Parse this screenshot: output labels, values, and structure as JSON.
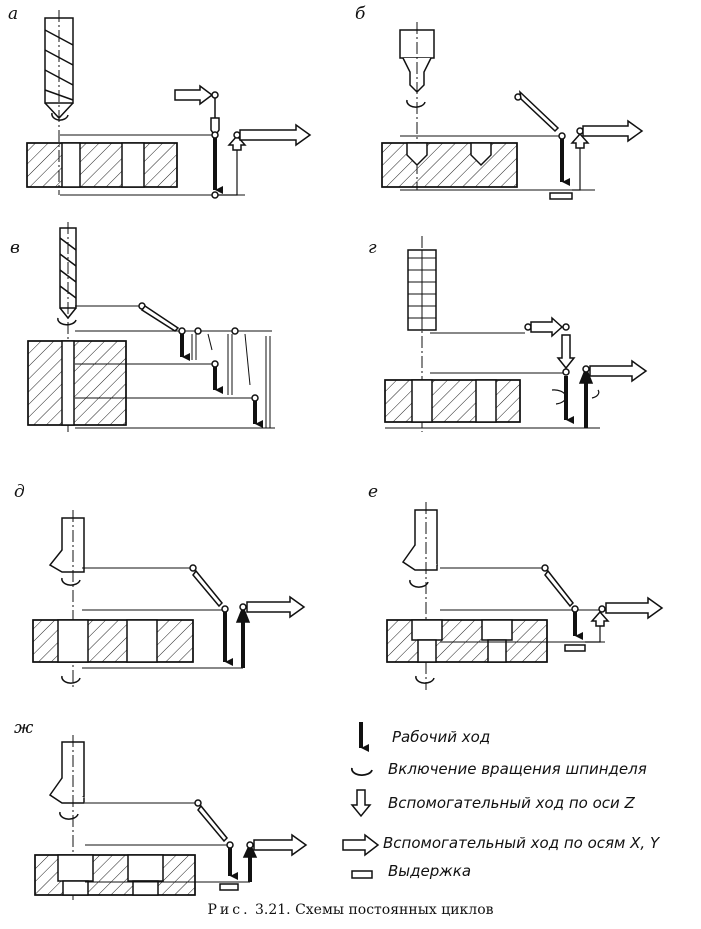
{
  "panels": {
    "a": "а",
    "b": "б",
    "v": "в",
    "g": "г",
    "d": "д",
    "e": "е",
    "zh": "ж"
  },
  "legend": {
    "working_stroke": "Рабочий ход",
    "spindle_on": "Включение вращения шпинделя",
    "aux_z": "Вспомогательный ход по оси Z",
    "aux_xy": "Вспомогательный ход по осям X, Y",
    "dwell": "Выдержка"
  },
  "caption": {
    "prefix": "Рис.",
    "number": "3.21.",
    "text": "Схемы постоянных циклов"
  }
}
